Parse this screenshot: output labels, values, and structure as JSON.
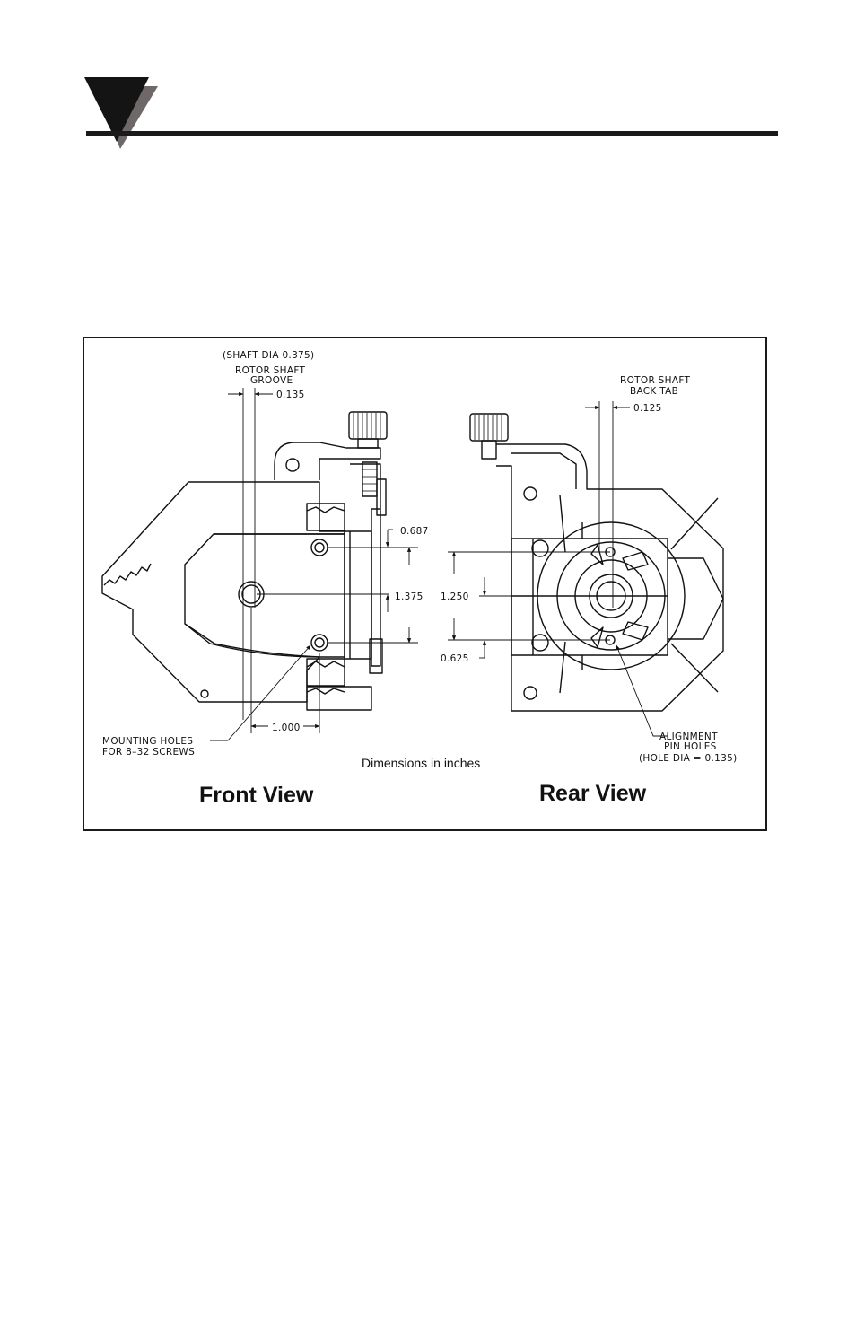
{
  "figure": {
    "labels": {
      "shaft_dia": "(SHAFT DIA 0.375)",
      "rotor_shaft_groove": [
        "ROTOR SHAFT",
        "GROOVE"
      ],
      "rotor_shaft_back_tab": [
        "ROTOR SHAFT",
        "BACK TAB"
      ],
      "mounting_holes": [
        "MOUNTING HOLES",
        "FOR 8–32 SCREWS"
      ],
      "alignment_pin_holes": [
        "ALIGNMENT",
        "PIN HOLES",
        "(HOLE DIA = 0.135)"
      ]
    },
    "dimensions": {
      "groove": "0.135",
      "back_tab": "0.125",
      "front_top_offset": "0.687",
      "front_hole_spacing": "1.375",
      "rear_span": "1.250",
      "rear_bottom_offset": "0.625",
      "front_horizontal": "1.000"
    },
    "note": "Dimensions in inches",
    "front_title": "Front View",
    "rear_title": "Rear View"
  }
}
